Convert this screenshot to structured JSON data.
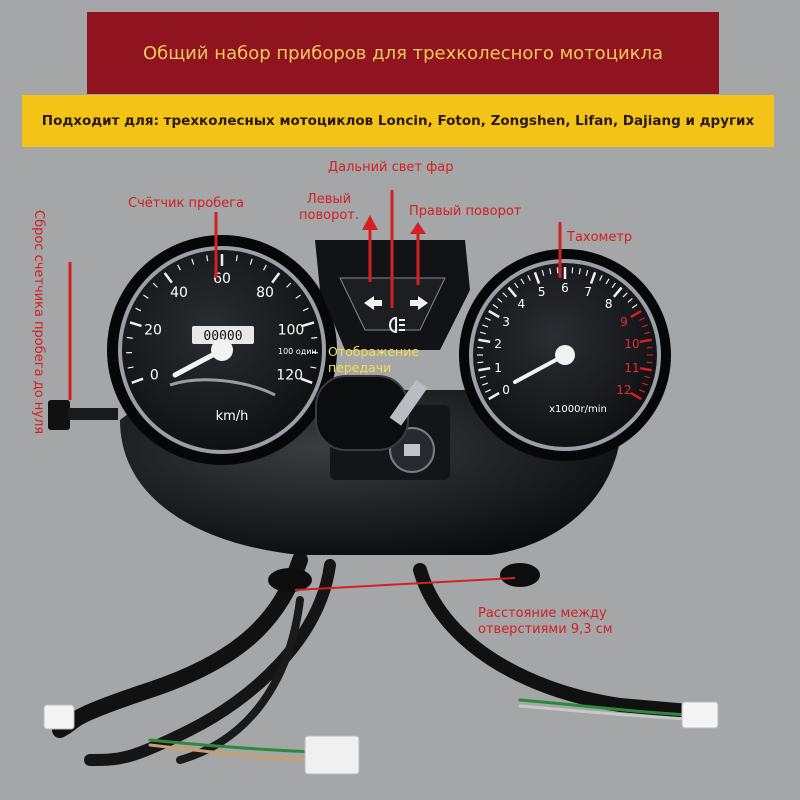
{
  "banner": {
    "title": "Общий набор приборов для трехколесного мотоцикла",
    "subtitle": "Подходит для: трехколесных мотоциклов Loncin, Foton, Zongshen, Lifan, Dajiang и других"
  },
  "labels": {
    "high_beam": "Дальний свет фар",
    "odometer": "Счётчик пробега",
    "left_turn": "Левый поворот.",
    "right_turn": "Правый поворот",
    "tachometer": "Тахометр",
    "trip_reset": "Сброс счетчика пробега до нуля",
    "gear_display": "Отображение передачи",
    "hundred": "100 один",
    "hole_distance": "Расстояние между отверстиями 9,3 см"
  },
  "speedometer": {
    "ticks": [
      "0",
      "20",
      "40",
      "60",
      "80",
      "100",
      "120"
    ],
    "unit": "km/h",
    "odometer_digits": "00000"
  },
  "tachometer": {
    "ticks": [
      "0",
      "1",
      "2",
      "3",
      "4",
      "5",
      "6",
      "7",
      "8",
      "9",
      "10",
      "11",
      "12"
    ],
    "unit": "x1000r/min",
    "redline_from": 9
  },
  "colors": {
    "banner_red": "#8f1420",
    "banner_gold": "#f4c318",
    "label_red": "#d42020",
    "label_yellow": "#f5e04a",
    "background": "#a4a6a8"
  },
  "icons": [
    "left-arrow-icon",
    "right-arrow-icon",
    "headlight-icon",
    "key-icon"
  ]
}
